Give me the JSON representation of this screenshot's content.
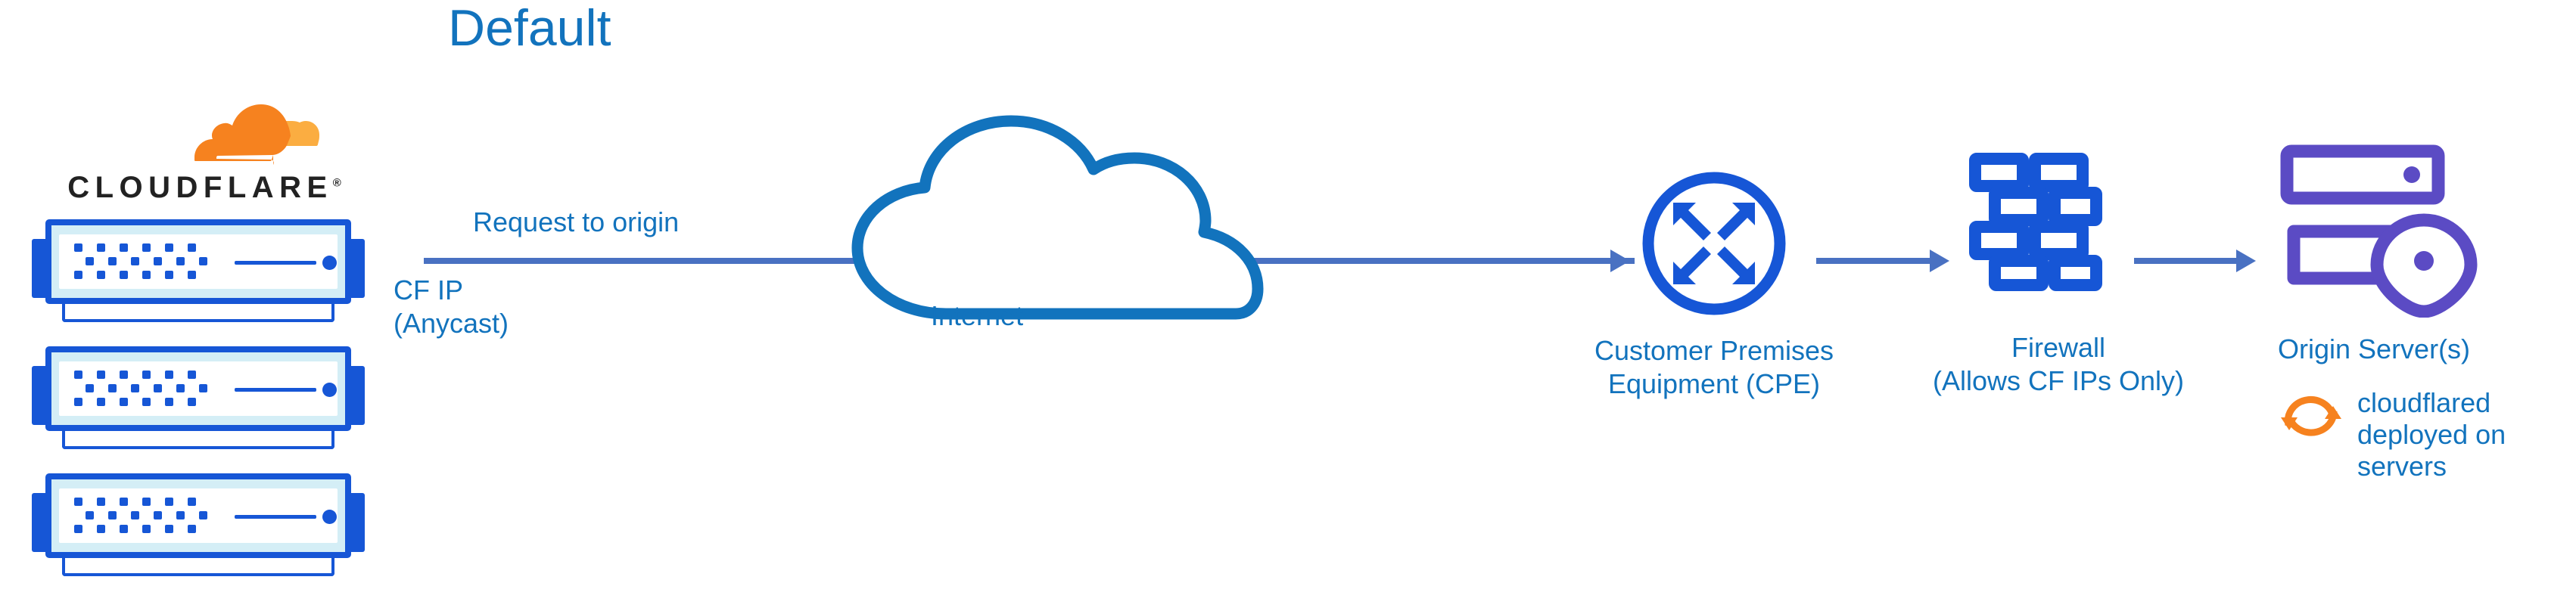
{
  "title": "Default",
  "colors": {
    "title_blue": "#1273BD",
    "label_blue": "#1273BD",
    "icon_blue": "#1656D6",
    "cloud_blue": "#1273BD",
    "arrow_blue": "#4971C2",
    "origin_purple": "#5B4BC4",
    "cloudflare_orange": "#F6821F",
    "cloudflare_orange_light": "#FBAD41",
    "device_fill": "#D4EEF6",
    "background": "#FFFFFF",
    "wordmark_black": "#222222"
  },
  "brand": {
    "wordmark": "CLOUDFLARE",
    "registered_mark": "®",
    "logo_icon_name": "cloudflare-cloud-logo"
  },
  "nodes": [
    {
      "id": "cloudflare-edge",
      "icon": "network-switch-icon",
      "count": 3,
      "label": ""
    },
    {
      "id": "internet",
      "icon": "cloud-icon",
      "label": "Internet"
    },
    {
      "id": "cpe",
      "icon": "router-icon",
      "label": "Customer Premises\nEquipment (CPE)"
    },
    {
      "id": "firewall",
      "icon": "brick-wall-icon",
      "label": "Firewall\n(Allows CF IPs Only)"
    },
    {
      "id": "origin",
      "icon": "server-rack-location-icon",
      "label": "Origin Server(s)"
    }
  ],
  "annotations": {
    "request_to_origin": "Request to origin",
    "cf_ip": "CF IP\n(Anycast)",
    "cloudflared": "cloudflared\ndeployed on\nservers",
    "cloudflared_icon": "sync-arrows-icon"
  },
  "flows": [
    {
      "from": "cloudflare-edge",
      "to": "cpe",
      "label": "Request to origin"
    },
    {
      "from": "cpe",
      "to": "firewall",
      "label": ""
    },
    {
      "from": "firewall",
      "to": "origin",
      "label": ""
    }
  ]
}
